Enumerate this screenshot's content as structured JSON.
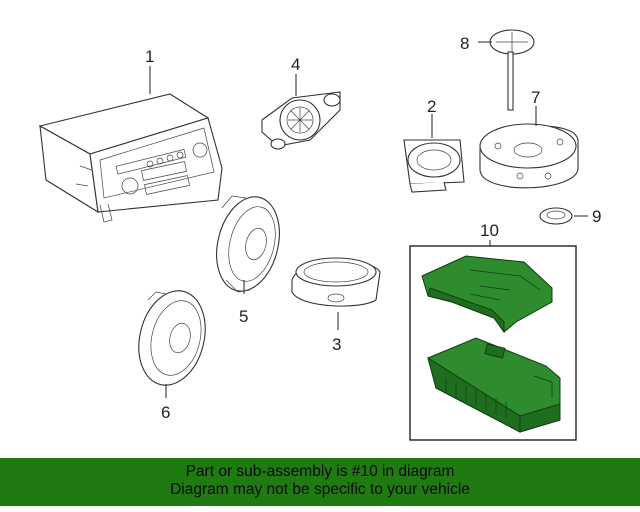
{
  "callouts": {
    "c1": "1",
    "c2": "2",
    "c3": "3",
    "c4": "4",
    "c5": "5",
    "c6": "6",
    "c7": "7",
    "c8": "8",
    "c9": "9",
    "c10": "10"
  },
  "highlight_color": "#2e8b2e",
  "banner": {
    "line1": "Part or sub-assembly is #10 in diagram",
    "line2": "Diagram may not be specific to your vehicle",
    "background": "#1f7a12"
  }
}
